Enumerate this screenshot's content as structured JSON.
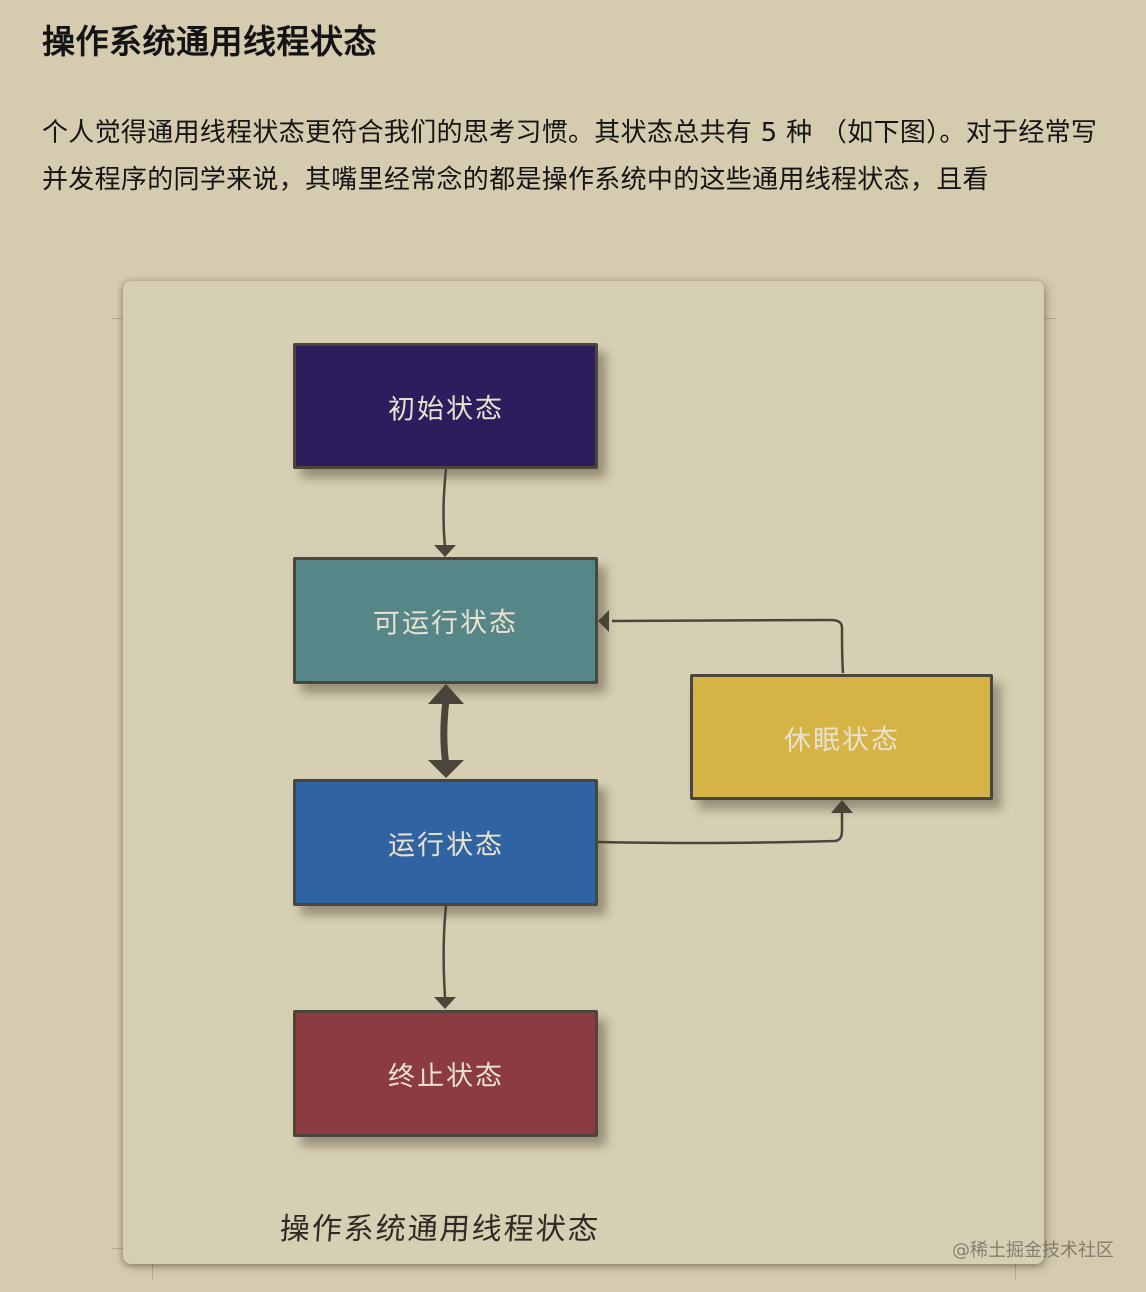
{
  "article": {
    "title": "操作系统通用线程状态",
    "paragraph": "个人觉得通用线程状态更符合我们的思考习惯。其状态总共有 5 种 （如下图）。对于经常写并发程序的同学来说，其嘴里经常念的都是操作系统中的这些通用线程状态，且看"
  },
  "diagram": {
    "caption": "操作系统通用线程状态",
    "watermark": "@稀土掘金技术社区",
    "states": [
      {
        "id": "initial",
        "label": "初始状态",
        "color": "#2c1d5c"
      },
      {
        "id": "runnable",
        "label": "可运行状态",
        "color": "#578689"
      },
      {
        "id": "running",
        "label": "运行状态",
        "color": "#3063a1"
      },
      {
        "id": "sleeping",
        "label": "休眠状态",
        "color": "#d6b345"
      },
      {
        "id": "terminated",
        "label": "终止状态",
        "color": "#8c3b40"
      }
    ],
    "transitions": [
      {
        "from": "初始状态",
        "to": "可运行状态"
      },
      {
        "from": "可运行状态",
        "to": "运行状态",
        "bidirectional": true
      },
      {
        "from": "运行状态",
        "to": "休眠状态"
      },
      {
        "from": "休眠状态",
        "to": "可运行状态"
      },
      {
        "from": "运行状态",
        "to": "终止状态"
      }
    ],
    "arrow_color": "#4a463c"
  }
}
